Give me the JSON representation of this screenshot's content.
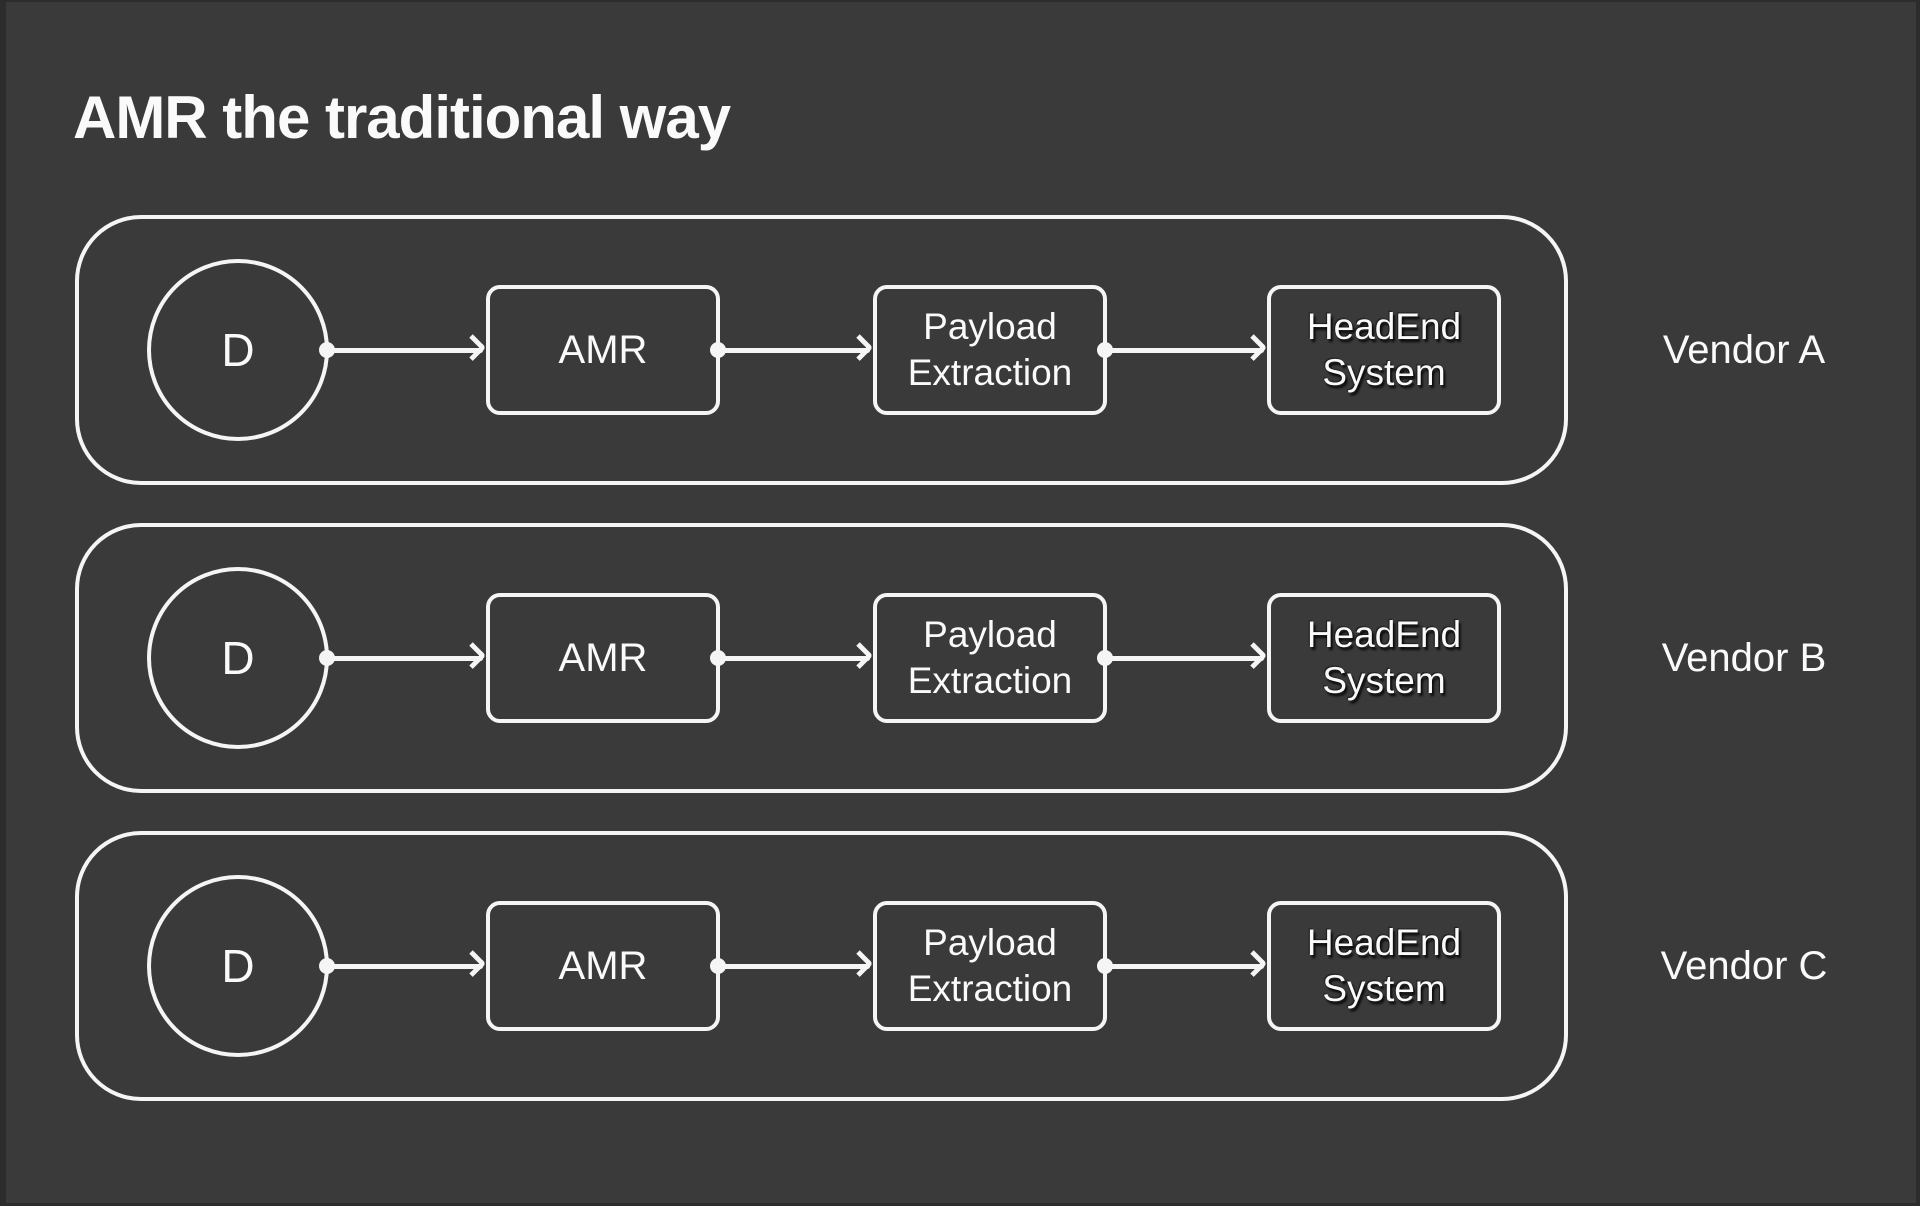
{
  "page": {
    "title": "AMR the traditional way"
  },
  "colors": {
    "background": "#3a3a3a",
    "edge_border": "#2c2c2c",
    "stroke": "#f5f5f5",
    "text": "#fafafa"
  },
  "rows": [
    {
      "vendor_label": "Vendor A",
      "device_label": "D",
      "stages": [
        "AMR",
        "Payload Extraction",
        "HeadEnd System"
      ]
    },
    {
      "vendor_label": "Vendor B",
      "device_label": "D",
      "stages": [
        "AMR",
        "Payload Extraction",
        "HeadEnd System"
      ]
    },
    {
      "vendor_label": "Vendor C",
      "device_label": "D",
      "stages": [
        "AMR",
        "Payload Extraction",
        "HeadEnd System"
      ]
    }
  ]
}
